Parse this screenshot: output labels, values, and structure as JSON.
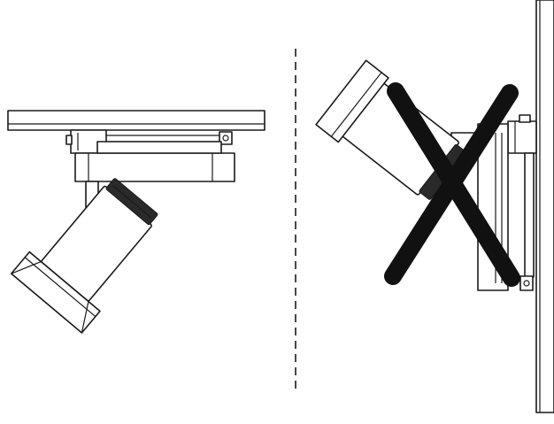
{
  "diagram": {
    "panels": [
      {
        "id": "correct",
        "mount": "ceiling",
        "status": "allowed"
      },
      {
        "id": "incorrect",
        "mount": "wall",
        "status": "not-allowed"
      }
    ],
    "colors": {
      "line": "#1a1a1a",
      "background": "#ffffff",
      "cross": "#111111"
    },
    "icons": [
      "track-light-ceiling",
      "track-light-wall",
      "cross-mark",
      "dashed-divider"
    ]
  }
}
